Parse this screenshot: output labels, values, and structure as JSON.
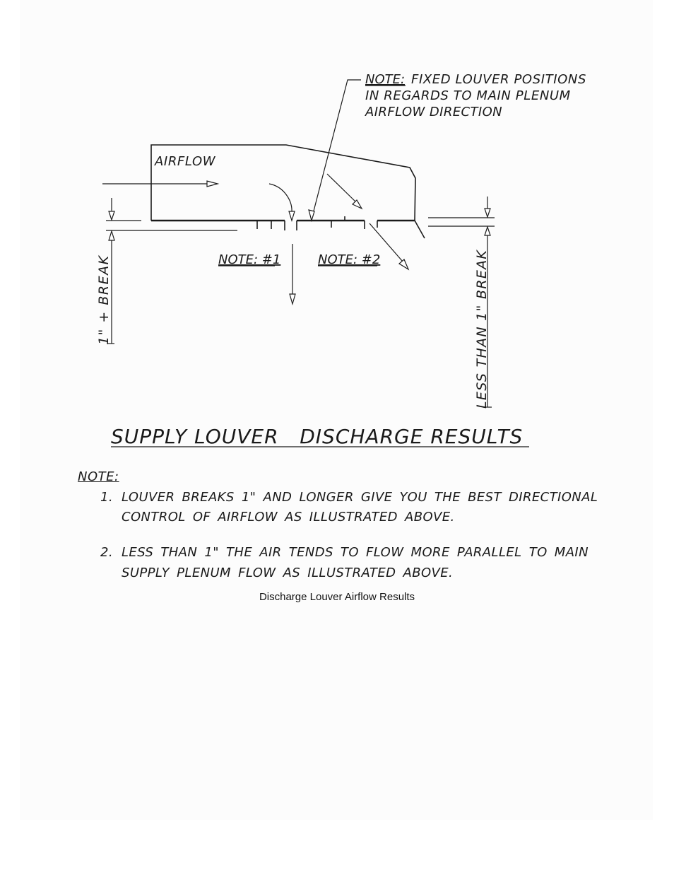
{
  "diagram": {
    "note_fixed_label": "NOTE:",
    "note_fixed_line1": "FIXED LOUVER POSITIONS",
    "note_fixed_line2": "IN REGARDS TO MAIN PLENUM",
    "note_fixed_line3": "AIRFLOW DIRECTION",
    "airflow_label": "AIRFLOW",
    "note1_label": "NOTE: #1",
    "note2_label": "NOTE: #2",
    "left_break_label": "1\" + BREAK",
    "right_break_label": "LESS THAN 1\" BREAK",
    "title": "SUPPLY LOUVER   DISCHARGE RESULTS"
  },
  "notes": {
    "heading": "NOTE:",
    "items": [
      {
        "number": "1.",
        "line1": "LOUVER BREAKS 1\" AND LONGER GIVE YOU THE BEST DIRECTIONAL",
        "line2": "CONTROL OF AIRFLOW AS ILLUSTRATED ABOVE."
      },
      {
        "number": "2.",
        "line1": "LESS THAN 1\" THE AIR TENDS TO FLOW MORE PARALLEL TO MAIN",
        "line2": "SUPPLY PLENUM FLOW AS ILLUSTRATED ABOVE."
      }
    ]
  },
  "caption": "Discharge Louver Airflow Results"
}
